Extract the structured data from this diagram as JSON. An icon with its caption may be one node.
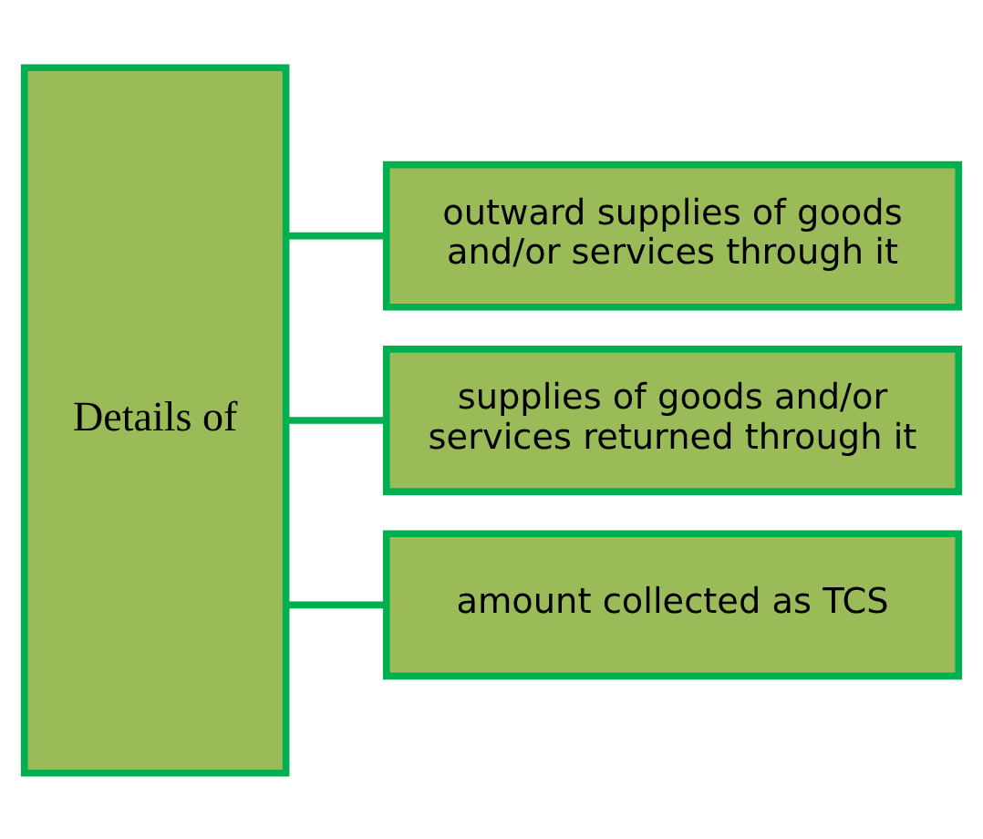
{
  "diagram": {
    "nodes": [
      {
        "text": [
          "Details of"
        ]
      },
      {
        "text": [
          "outward supplies of goods and/or services through it"
        ]
      },
      {
        "text": [
          "supplies of goods and/or services returned through it"
        ]
      },
      {
        "text": [
          "amount collected as TCS"
        ]
      }
    ],
    "edges": [
      {
        "from": 0,
        "to": 1,
        "arrow": "none"
      },
      {
        "from": 0,
        "to": 2,
        "arrow": "none"
      },
      {
        "from": 0,
        "to": 3,
        "arrow": "none"
      }
    ]
  }
}
